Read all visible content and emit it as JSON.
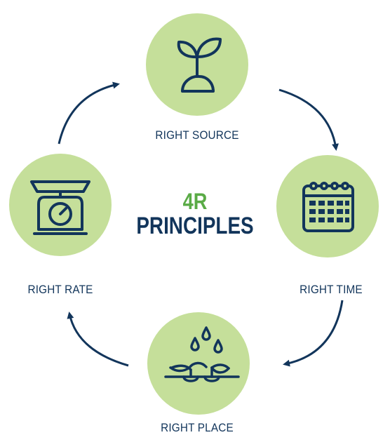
{
  "diagram": {
    "center": {
      "line1": "4R",
      "line2": "PRINCIPLES"
    },
    "nodes": [
      {
        "label": "RIGHT SOURCE",
        "icon": "sprout-icon"
      },
      {
        "label": "RIGHT TIME",
        "icon": "calendar-icon"
      },
      {
        "label": "RIGHT PLACE",
        "icon": "rain-seedlings-icon"
      },
      {
        "label": "RIGHT RATE",
        "icon": "scale-icon"
      }
    ],
    "colors": {
      "circle_fill": "#c5df9a",
      "navy": "#12355b",
      "green": "#5aab46"
    }
  }
}
